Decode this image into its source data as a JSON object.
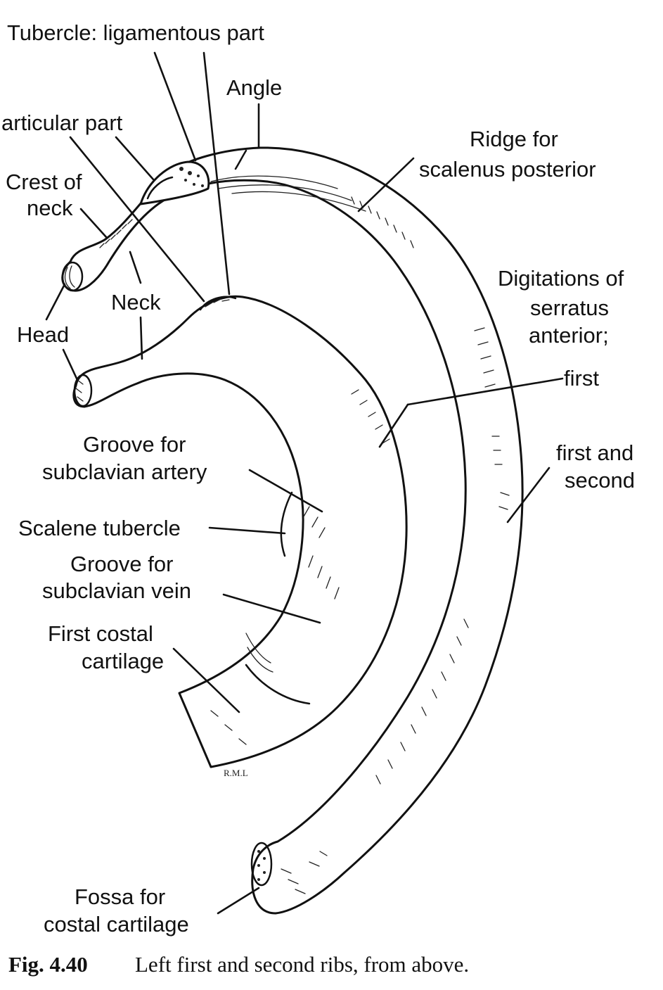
{
  "labels": {
    "tubercle_ligamentous": "Tubercle: ligamentous part",
    "angle": "Angle",
    "articular_part": "articular part",
    "ridge_line1": "Ridge for",
    "ridge_line2": "scalenus posterior",
    "crest_line1": "Crest of",
    "crest_line2": "neck",
    "digitations_line1": "Digitations of",
    "digitations_line2": "serratus",
    "digitations_line3": "anterior;",
    "neck": "Neck",
    "head": "Head",
    "first": "first",
    "groove_artery_line1": "Groove for",
    "groove_artery_line2": "subclavian artery",
    "first_and_line1": "first and",
    "first_and_line2": "second",
    "scalene_tubercle": "Scalene tubercle",
    "groove_vein_line1": "Groove for",
    "groove_vein_line2": "subclavian vein",
    "first_costal_line1": "First costal",
    "first_costal_line2": "cartilage",
    "fossa_line1": "Fossa for",
    "fossa_line2": "costal cartilage"
  },
  "signature": "R.M.L",
  "caption": {
    "number": "Fig. 4.40",
    "text": "Left first and second ribs, from above."
  }
}
